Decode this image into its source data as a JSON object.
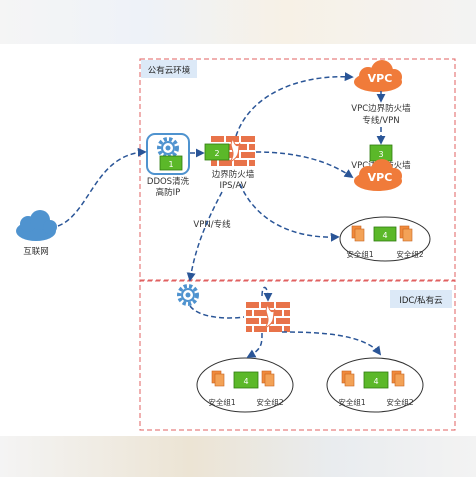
{
  "zones": {
    "public_cloud": {
      "label": "公有云环境"
    },
    "idc": {
      "label": "IDC/私有云"
    }
  },
  "nodes": {
    "internet": {
      "label": "互联网"
    },
    "ddos": {
      "badge": "1",
      "label_line1": "DDOS清洗",
      "label_line2": "高防IP"
    },
    "border_fw": {
      "badge": "2",
      "label_line1": "边界防火墙",
      "label_line2": "IPS/AV"
    },
    "vpc_top": {
      "text": "VPC"
    },
    "vpc_bottom": {
      "text": "VPC"
    },
    "vpc_fw": {
      "badge": "3",
      "label_line1": "VPC边界防火墙",
      "label_line2": "专线/VPN",
      "label_line3": "VPC边界防火墙"
    },
    "public_sg": {
      "badge": "4",
      "sg1": "安全组1",
      "sg2": "安全组2"
    },
    "idc_sg_left": {
      "badge": "4",
      "sg1": "安全组1",
      "sg2": "安全组2"
    },
    "idc_sg_right": {
      "badge": "4",
      "sg1": "安全组1",
      "sg2": "安全组2"
    }
  },
  "links": {
    "vpn_label": "VPN/专线"
  },
  "colors": {
    "zone_border": "#e06060",
    "zone_label_bg": "#dce9f7",
    "arrow": "#2a5597",
    "cloud": "#4f93cf",
    "firewall": "#e8734a",
    "badge": "#5bb829",
    "vpc": "#f07b3a"
  }
}
